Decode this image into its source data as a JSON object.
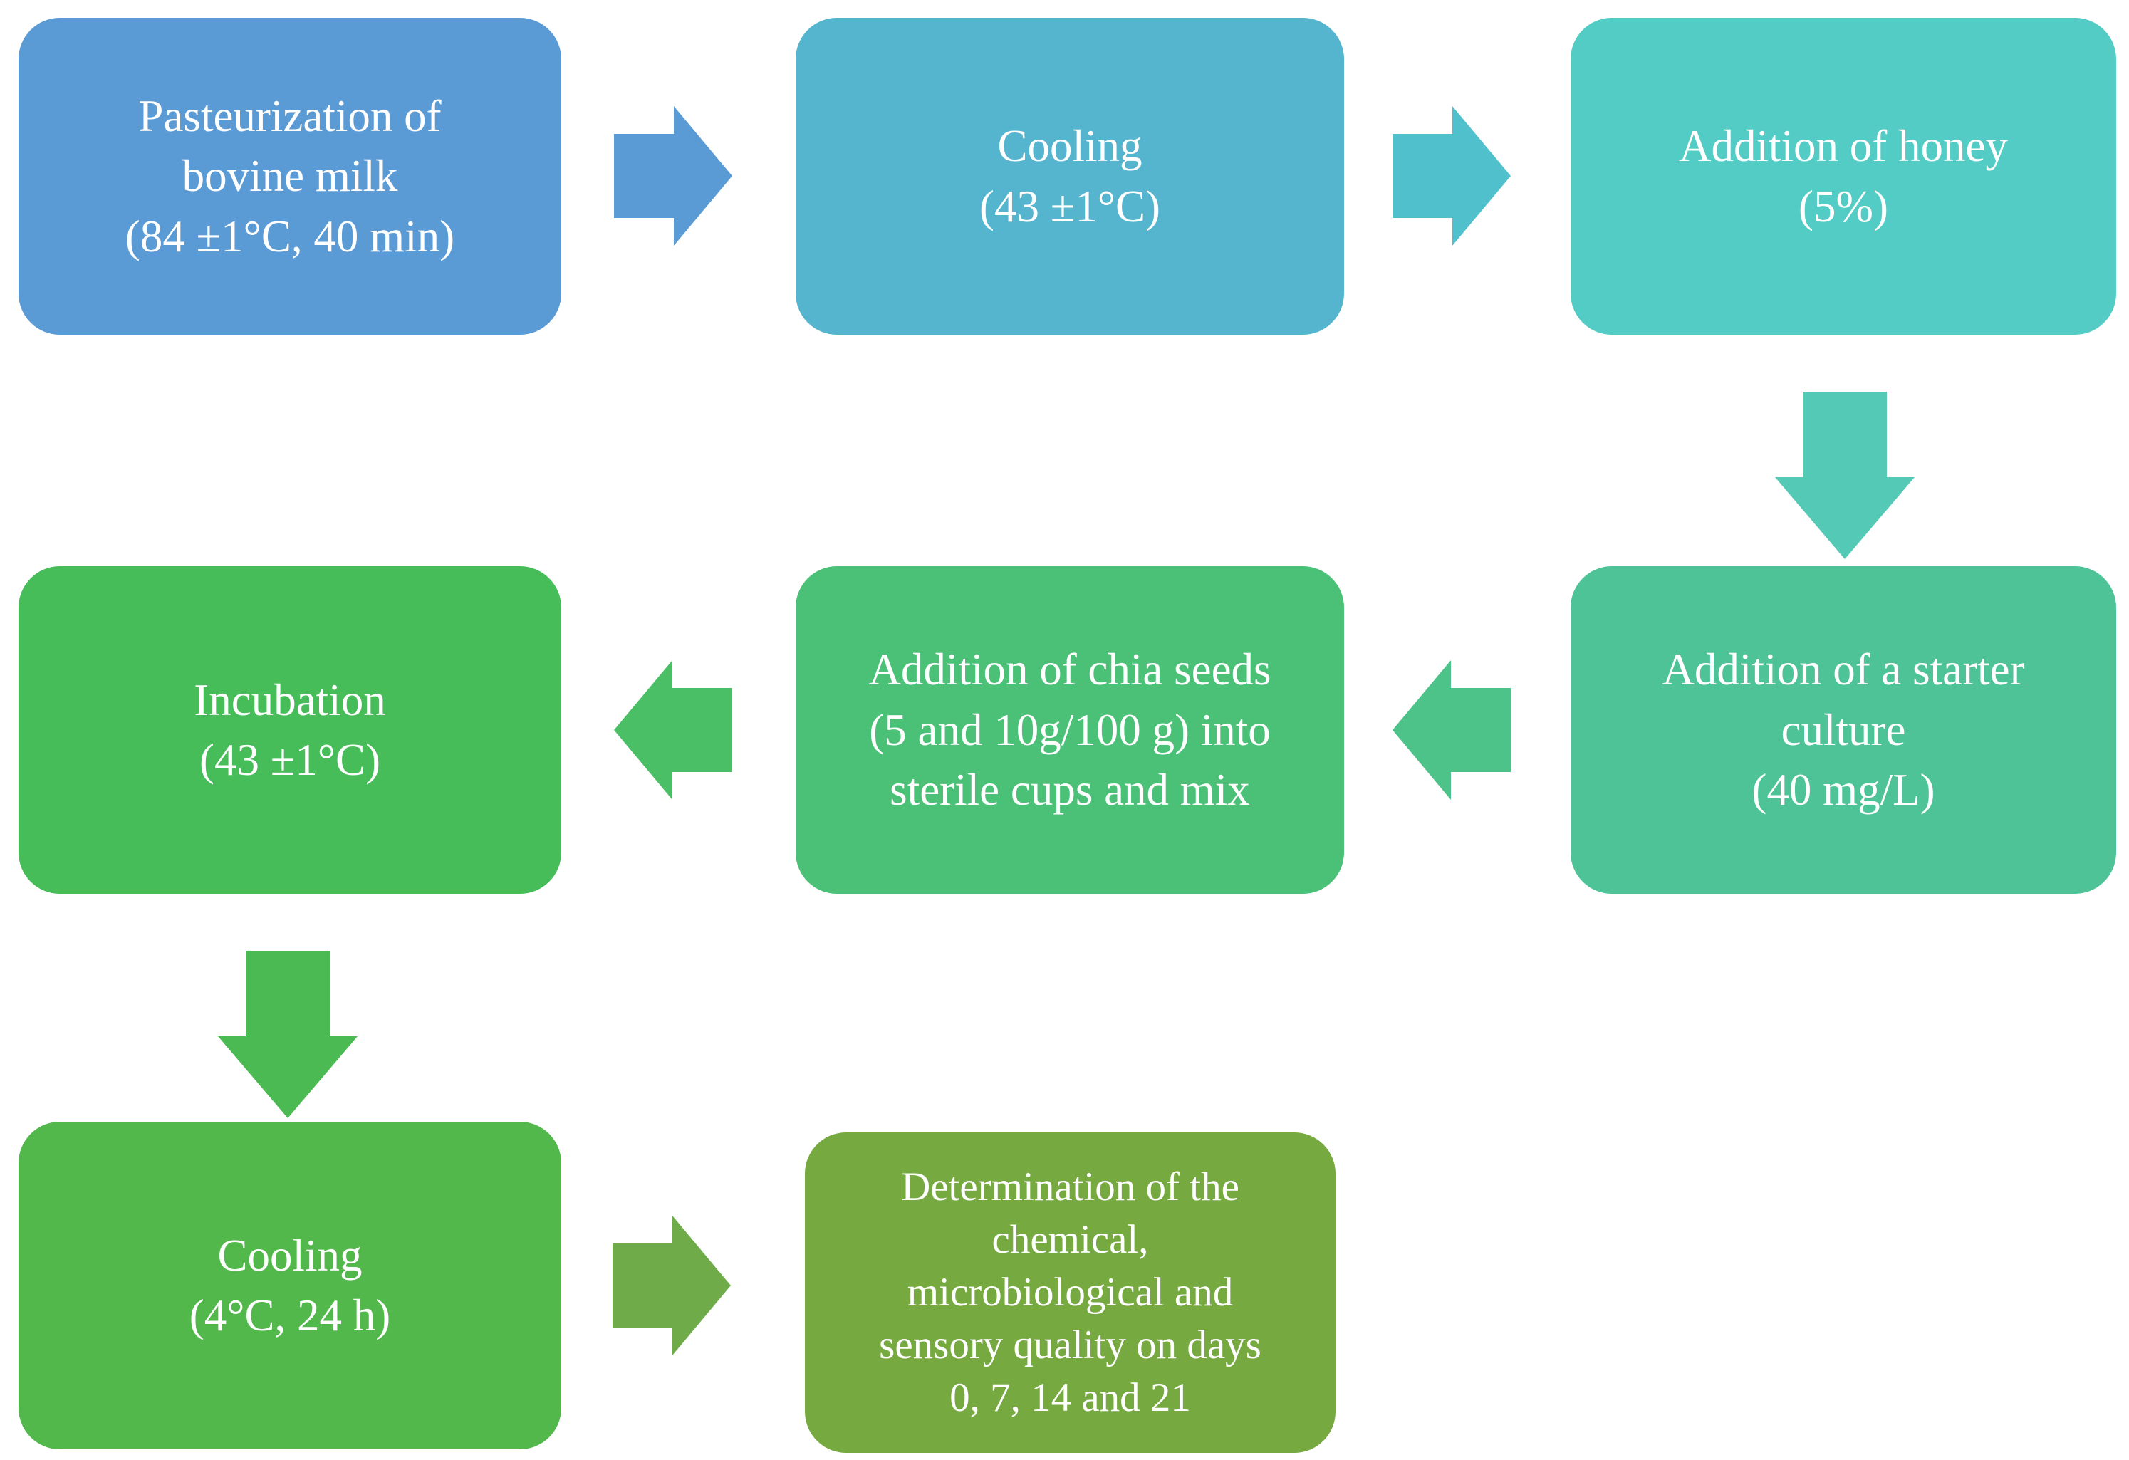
{
  "flowchart": {
    "background_color": "#FFFFFF",
    "text_color": "#FFFFFF",
    "steps": [
      {
        "id": "pasteurization",
        "label": "Pasteurization of\nbovine milk\n(84 ±1°C, 40 min)",
        "color": "#5B9BD5"
      },
      {
        "id": "cooling-43",
        "label": "Cooling\n(43 ±1°C)",
        "color": "#55B5CF"
      },
      {
        "id": "honey",
        "label": "Addition of honey\n(5%)",
        "color": "#52CCC4"
      },
      {
        "id": "starter-culture",
        "label": "Addition of a starter\nculture\n(40 mg/L)",
        "color": "#4EC398"
      },
      {
        "id": "chia-seeds",
        "label": "Addition of chia seeds\n(5 and 10g/100 g) into\nsterile cups and mix",
        "color": "#4BC177"
      },
      {
        "id": "incubation",
        "label": "Incubation\n(43 ±1°C)",
        "color": "#47BD59"
      },
      {
        "id": "cooling-4",
        "label": "Cooling\n(4°C, 24 h)",
        "color": "#53B84B"
      },
      {
        "id": "determination",
        "label": "Determination of the\nchemical,\nmicrobiological and\nsensory quality on days\n0, 7, 14 and 21",
        "color": "#76A940"
      }
    ],
    "arrows": [
      {
        "id": "arrow-1",
        "direction": "right",
        "from": "pasteurization",
        "to": "cooling-43",
        "color": "#5B9BD5"
      },
      {
        "id": "arrow-2",
        "direction": "right",
        "from": "cooling-43",
        "to": "honey",
        "color": "#50C0CC"
      },
      {
        "id": "arrow-3",
        "direction": "down",
        "from": "honey",
        "to": "starter-culture",
        "color": "#54C9B6"
      },
      {
        "id": "arrow-4",
        "direction": "left",
        "from": "starter-culture",
        "to": "chia-seeds",
        "color": "#4DC389"
      },
      {
        "id": "arrow-5",
        "direction": "left",
        "from": "chia-seeds",
        "to": "incubation",
        "color": "#4ABF66"
      },
      {
        "id": "arrow-6",
        "direction": "down",
        "from": "incubation",
        "to": "cooling-4",
        "color": "#4CBA52"
      },
      {
        "id": "arrow-7",
        "direction": "right",
        "from": "cooling-4",
        "to": "determination",
        "color": "#6FAC49"
      }
    ]
  }
}
